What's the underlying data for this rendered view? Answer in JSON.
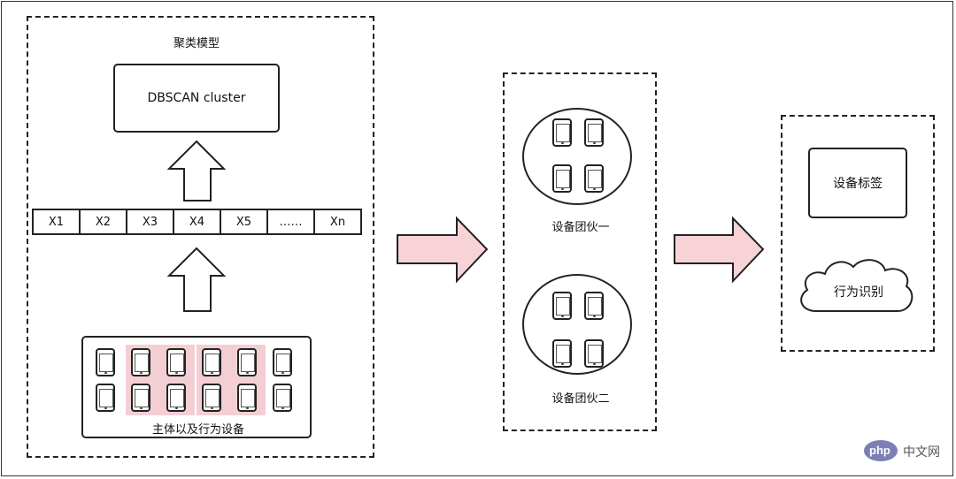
{
  "model": {
    "title": "聚类模型",
    "algorithm_label": "DBSCAN cluster"
  },
  "features": {
    "cells": [
      "X1",
      "X2",
      "X3",
      "X4",
      "X5",
      "……",
      "Xn"
    ]
  },
  "devices": {
    "caption": "主体以及行为设备"
  },
  "gangs": {
    "group1_label": "设备团伙一",
    "group2_label": "设备团伙二"
  },
  "results": {
    "tag_label": "设备标签",
    "behavior_label": "行为识别"
  },
  "colors": {
    "arrow_fill": "#f7d2d6",
    "highlight": "#f3cfd3"
  },
  "watermark": {
    "brand": "php",
    "text": "中文网"
  }
}
